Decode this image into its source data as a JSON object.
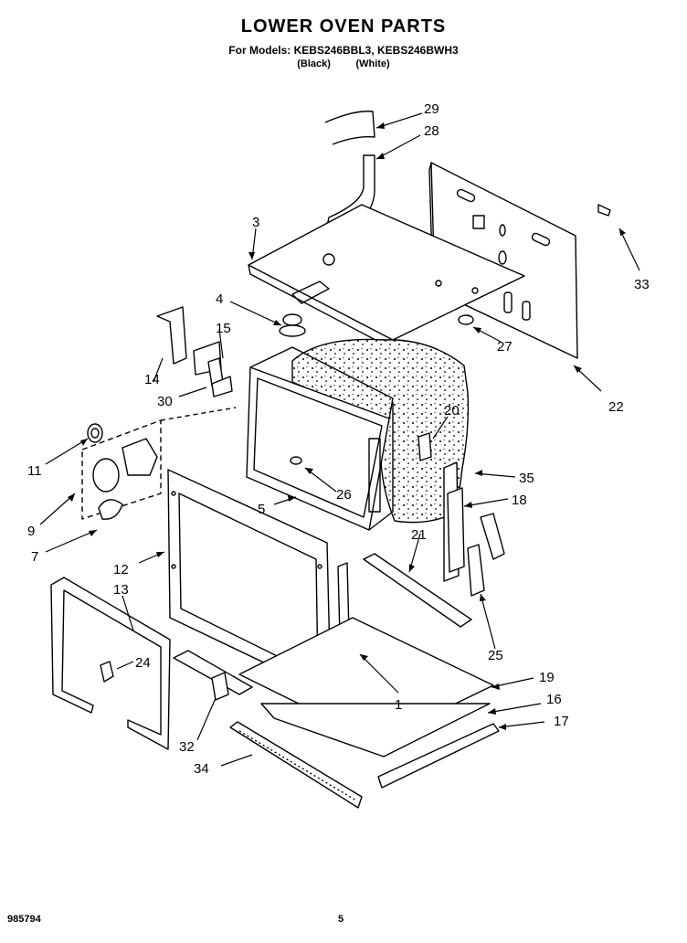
{
  "title": "LOWER OVEN PARTS",
  "models_line": "For Models: KEBS246BBL3, KEBS246BWH3",
  "colors_line": "(Black)         (White)",
  "callouts": [
    "1",
    "3",
    "4",
    "5",
    "7",
    "9",
    "11",
    "12",
    "13",
    "14",
    "15",
    "16",
    "17",
    "18",
    "19",
    "20",
    "21",
    "22",
    "24",
    "25",
    "26",
    "27",
    "28",
    "29",
    "30",
    "32",
    "33",
    "34",
    "35"
  ],
  "footer": {
    "doc_number": "985794",
    "page_number": "5"
  }
}
